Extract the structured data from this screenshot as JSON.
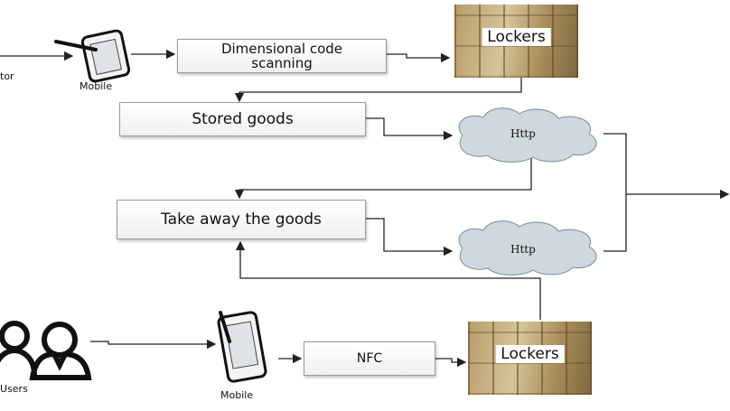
{
  "nodes": {
    "operator_label": "tor",
    "mobile_top_label": "Mobile",
    "scan_box": "Dimensional code scanning",
    "lockers_top": "Lockers",
    "stored_goods": "Stored goods",
    "http_top": "Http",
    "take_away": "Take away the goods",
    "http_bottom": "Http",
    "users_label": "Users",
    "mobile_bottom_label": "Mobile",
    "nfc_box": "NFC",
    "lockers_bottom": "Lockers"
  },
  "colors": {
    "cloud_fill": "#cfd8dc",
    "box_border": "#9a9a9a",
    "arrow": "#222222"
  },
  "icons": [
    "mobile-phone-icon",
    "users-icon",
    "cloud-icon",
    "locker-photo"
  ]
}
